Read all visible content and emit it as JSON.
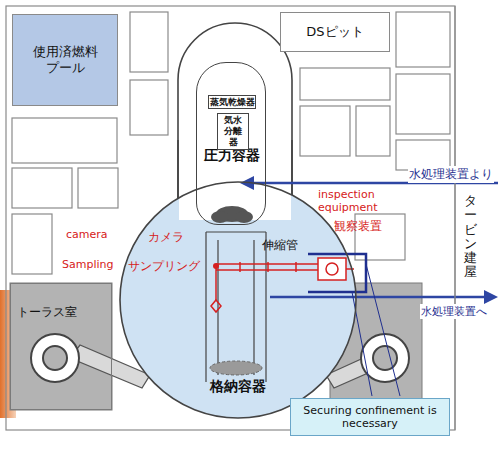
{
  "diagram": {
    "nodes": [
      {
        "text": [
          "使用済燃料プール"
        ]
      },
      {
        "text": [
          "DSピット"
        ]
      },
      {
        "text": [
          "格納容器"
        ]
      },
      {
        "text": [
          "圧力容器"
        ],
        "in": 2
      },
      {
        "text": [
          "蒸気乾燥器"
        ],
        "in": 3
      },
      {
        "text": [
          "気水分離器"
        ],
        "in": 3
      },
      {
        "text": [
          "トーラス室"
        ]
      },
      {
        "text": [
          "Securing confinement is necessary"
        ]
      }
    ],
    "labels": [
      "水処理装置より",
      "タービン建屋",
      "inspection equipment",
      "観察装置",
      "camera",
      "Sampling",
      "カメラ",
      "サンプリング",
      "伸縮管",
      "水処理装置へ"
    ]
  }
}
